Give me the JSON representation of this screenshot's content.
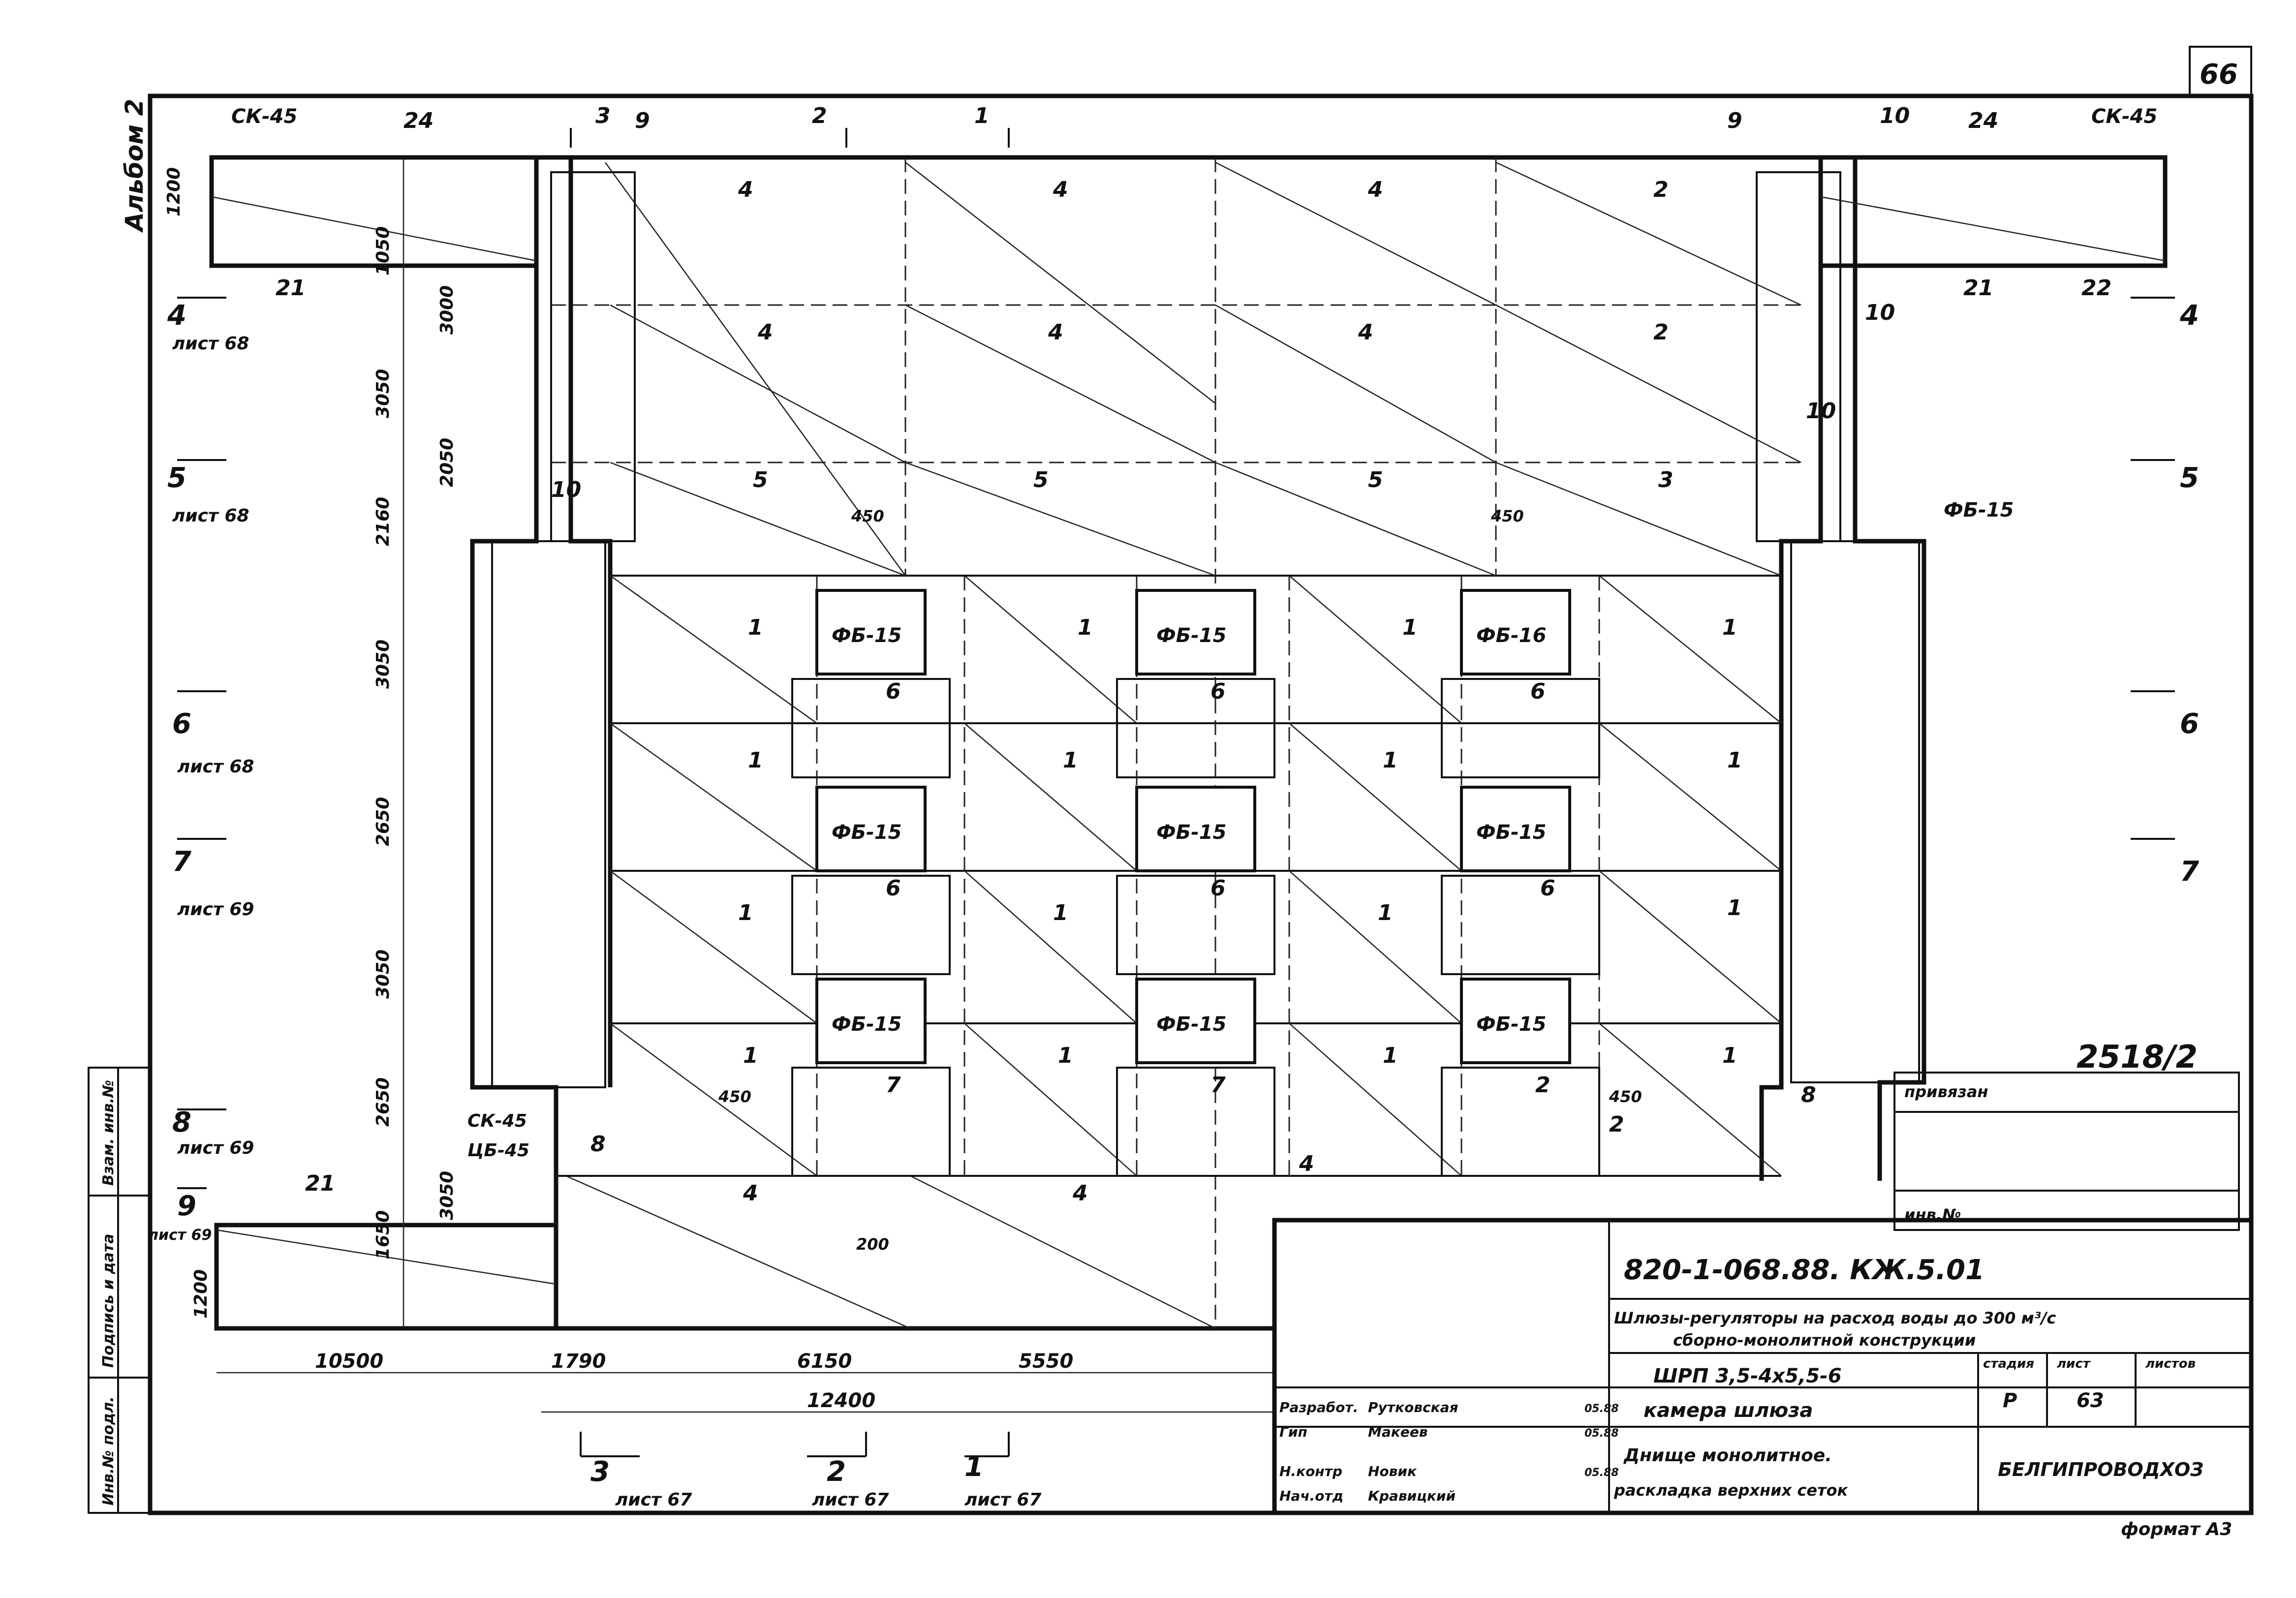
{
  "sheet_number": "66",
  "side_note": "Альбом 2",
  "section_marks": [
    {
      "id": "4",
      "ref": "лист 68"
    },
    {
      "id": "5",
      "ref": "лист 68"
    },
    {
      "id": "6",
      "ref": "лист 68"
    },
    {
      "id": "7",
      "ref": "лист 69"
    },
    {
      "id": "8",
      "ref": "лист 69"
    },
    {
      "id": "9",
      "ref": "лист 69"
    }
  ],
  "right_section_marks": [
    "4",
    "5",
    "6",
    "7"
  ],
  "bottom_sections": [
    {
      "id": "3",
      "ref": "лист 67"
    },
    {
      "id": "2",
      "ref": "лист 67"
    },
    {
      "id": "1",
      "ref": "лист 67"
    }
  ],
  "top_section_marks": [
    "3",
    "2",
    "1"
  ],
  "labels": {
    "sk45_left": "СК-45",
    "sk45_right": "СК-45",
    "fb15": "ФБ-15",
    "fb16": "ФБ-16",
    "sk45_low": "СК-45",
    "ub45": "ЦБ-45",
    "fb15_right": "ФБ-15"
  },
  "mesh_marks": [
    "1",
    "2",
    "3",
    "4",
    "5",
    "6",
    "7",
    "8",
    "9",
    "10",
    "21",
    "22",
    "24"
  ],
  "vertical_dims": [
    "1200",
    "1050",
    "3000",
    "3050",
    "2050",
    "2160",
    "3050",
    "2650",
    "3050",
    "2650",
    "3050",
    "1650",
    "1200"
  ],
  "horizontal_dims": [
    "10500",
    "1790",
    "6150",
    "5550",
    "12400",
    "450",
    "450",
    "450",
    "450",
    "200"
  ],
  "stamp_mark": "2518/2",
  "stamp": {
    "doc_code": "820-1-068.88. КЖ.5.01",
    "title_1": "Шлюзы-регуляторы на расход воды до 300 м³/с",
    "title_2": "сборно-монолитной конструкции",
    "object_1": "ШРП 3,5-4х5,5-6",
    "object_2": "камера шлюза",
    "sheet_title_1": "Днище монолитное.",
    "sheet_title_2": "раскладка верхних сеток",
    "org": "БЕЛГИПРОВОДХОЗ",
    "col_stage": "стадия",
    "col_sheet": "лист",
    "col_sheets": "листов",
    "stage": "Р",
    "sheet": "63",
    "roles": [
      {
        "role": "Разработ.",
        "name": "Рутковская",
        "date": "05.88"
      },
      {
        "role": "Гип",
        "name": "Макеев",
        "date": "05.88"
      },
      {
        "role": "Н.контр",
        "name": "Новик",
        "date": "05.88"
      },
      {
        "role": "Нач.отд",
        "name": "Кравицкий",
        "date": ""
      }
    ],
    "binding": "привязан",
    "inv": "инв.№"
  },
  "left_strip": [
    "Инв.№ подл.",
    "Подпись и дата",
    "Взам. инв.№"
  ],
  "format": "формат А3"
}
